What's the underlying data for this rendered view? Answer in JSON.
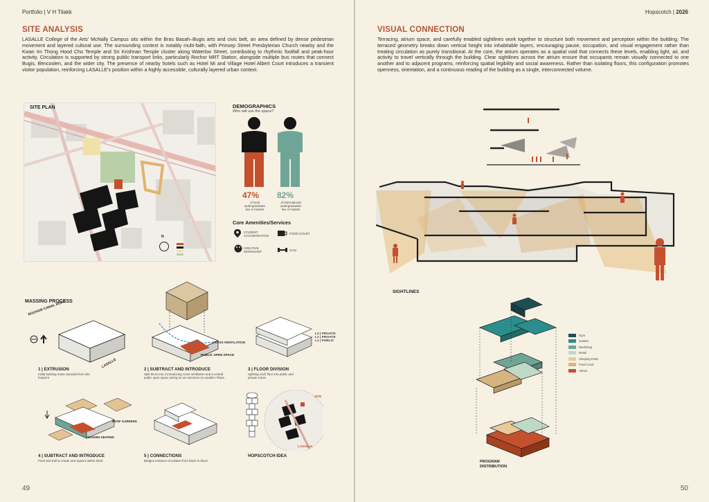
{
  "left_page": {
    "header": "Portfolio | V H Tilakk",
    "section_title": "SITE ANALYSIS",
    "paragraph": "LASALLE College of the Arts’ McNally Campus sits within the Bras Basah–Bugis arts and civic belt, an area defined by dense pedestrian movement and layered cultural use. The surrounding context is notably multi-faith, with Prinsep Street Presbyterian Church nearby and the Kwan Im Thong Hood Cho Temple and Sri Krishnan Temple cluster along Waterloo Street, contributing to rhythmic footfall and peak-hour activity. Circulation is supported by strong public transport links, particularly Rochor MRT Station, alongside multiple bus routes that connect Bugis, Bencoolen, and the wider city. The presence of nearby hotels such as Hotel Mi and Village Hotel Albert Court introduces a transient visitor population, reinforcing LASALLE’s position within a highly accessible, culturally layered urban context.",
    "site_plan_label": "SITE PLAN",
    "north_label": "N",
    "demographics": {
      "title": "DEMOGRAPHICS",
      "subtitle": "Who will use the space?",
      "local_pct": "47%",
      "local_desc_1": "of local",
      "local_desc_2": "undergraduates",
      "local_desc_3": "live in hostels",
      "intl_pct": "82%",
      "intl_desc_1": "of International",
      "intl_desc_2": "undergraduates",
      "intl_desc_3": "live in hostels"
    },
    "amenities": {
      "title": "Core Amenities/Services",
      "items": [
        "STUDENT ACCOMODATION",
        "FOOD COURT",
        "CREATIVE WORKSHOP",
        "GYM"
      ]
    },
    "massing": {
      "title": "MASSING PROCESS",
      "road_label": "ROCHOR CANAL ROAD",
      "street_label": "LASALLE",
      "steps": [
        {
          "title": "1 | EXTRUSION",
          "desc": "Initial building mass extruded from site footprint"
        },
        {
          "title": "2 | SUBTRACT AND INTRODUCE",
          "desc": "Split block into 2 introducing cross-ventilation and a central public open space acting as an extension to Lasalle's Plaza."
        },
        {
          "title": "3 | FLOOR DIVISION",
          "desc": "Splitting each floor into public and private zones"
        },
        {
          "title": "4 | SUBTRACT AND INTRODUCE",
          "desc": "Push and Pull to create new spaces within block"
        },
        {
          "title": "5 | CONNECTIONS",
          "desc": "Bridges enhance circulation from block to block"
        },
        {
          "title": "HOPSCOTCH IDEA",
          "desc": ""
        }
      ],
      "cross_vent": "CROSS-VENTILATION",
      "public_open": "PUBLIC OPEN SPACE",
      "levels": [
        "L3 | PRIVATE",
        "L2 | PRIVATE",
        "L1 | PUBLIC"
      ],
      "roof_gardens": "ROOF GARDENS",
      "shaded_seating": "SHADED SEATING",
      "site_tag": "SITE",
      "lasalle_tag": "LASALLE"
    },
    "page_number": "49"
  },
  "right_page": {
    "header_left": "Hopscotch |",
    "header_year": "2026",
    "section_title": "VISUAL CONNECTION",
    "paragraph": "Terracing, atrium space, and carefully enabled sightlines work together to structure both movement and perception within the building. The terraced geometry breaks down vertical height into inhabitable layers, encouraging pause, occupation, and visual engagement rather than treating circulation as purely transitional. At the core, the atrium operates as a spatial void that connects these levels, enabling light, air, and activity to travel vertically through the building. Clear sightlines across the atrium ensure that occupants remain visually connected to one another and to adjacent programs, reinforcing spatial legibility and social awareness. Rather than isolating floors, this configuration promotes openness, orientation, and a continuous reading of the building as a single, interconnected volume.",
    "sightlines_label": "SIGHTLINES",
    "program_label_1": "PROGRAM",
    "program_label_2": "DISTRIBUTION",
    "legend": [
      {
        "name": "Gym",
        "color": "#1f4f55"
      },
      {
        "name": "Garden",
        "color": "#2a8f8c"
      },
      {
        "name": "Workshop",
        "color": "#6fa596"
      },
      {
        "name": "Retail",
        "color": "#bfd9c7"
      },
      {
        "name": "Sleeping Pods",
        "color": "#e9c99a"
      },
      {
        "name": "Food Court",
        "color": "#d6b480"
      },
      {
        "name": "Atrium",
        "color": "#c4502e"
      }
    ],
    "page_number": "50"
  },
  "colors": {
    "accent": "#b5553a",
    "figure_orange": "#c4502e",
    "figure_green": "#6fa596"
  }
}
